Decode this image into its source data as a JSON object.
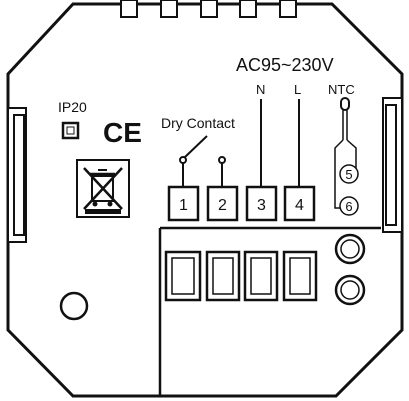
{
  "device": {
    "title": "Thermostat back panel wiring diagram"
  },
  "labels": {
    "ip_rating": "IP20",
    "ce_mark": "CE",
    "dry_contact": "Dry Contact",
    "voltage": "AC95~230V",
    "neutral": "N",
    "live": "L",
    "sensor": "NTC"
  },
  "terminals": [
    {
      "number": "1"
    },
    {
      "number": "2"
    },
    {
      "number": "3"
    },
    {
      "number": "4"
    }
  ],
  "sensor_terminals": [
    {
      "number": "5"
    },
    {
      "number": "6"
    }
  ],
  "colors": {
    "stroke": "#111111",
    "background": "#ffffff",
    "ce_mark": "#111111"
  },
  "icons": {
    "disposal": "crossed-bin-icon",
    "square": "square-icon",
    "screw_hole": "circle-icon"
  }
}
